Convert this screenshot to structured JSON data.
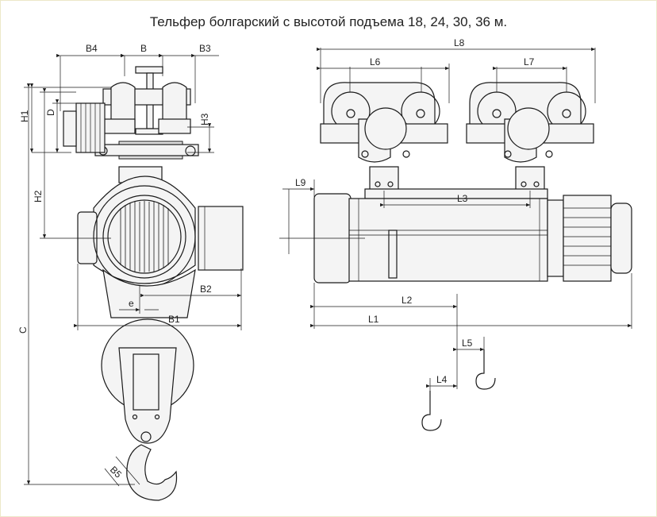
{
  "title": "Тельфер болгарский с высотой подъема 18, 24, 30, 36 м.",
  "labels": {
    "B4": "B4",
    "B": "B",
    "B3": "B3",
    "H1": "H1",
    "D": "D",
    "H3": "H3",
    "H2": "H2",
    "C": "C",
    "B2": "B2",
    "e": "e",
    "B1": "B1",
    "B5": "B5",
    "L8": "L8",
    "L6": "L6",
    "L7": "L7",
    "L9": "L9",
    "L3": "L3",
    "L2": "L2",
    "L1": "L1",
    "L5": "L5",
    "L4": "L4"
  },
  "colors": {
    "line": "#1a1a1a",
    "background": "#ffffff",
    "border": "#ece8c8"
  }
}
